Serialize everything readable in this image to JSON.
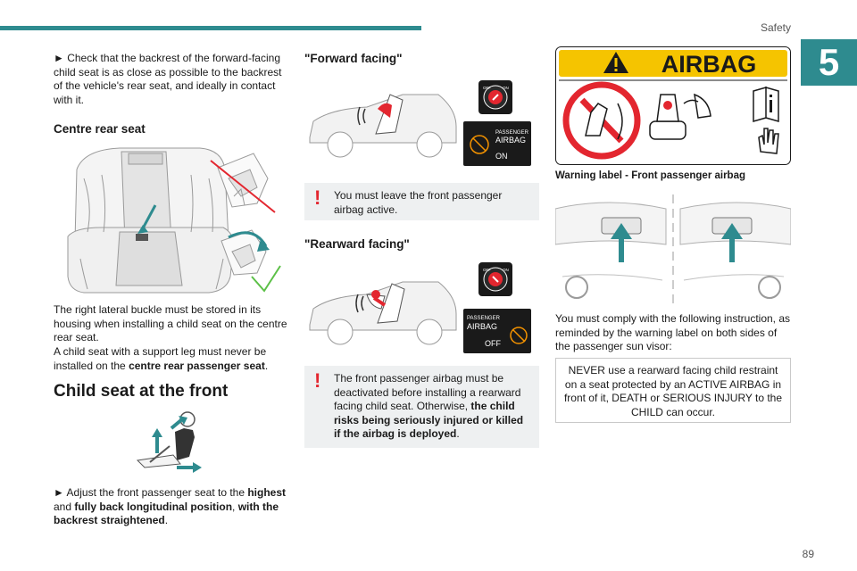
{
  "header": {
    "section": "Safety",
    "chapter": "5",
    "page_number": "89"
  },
  "col1": {
    "intro": "► Check that the backrest of the forward-facing child seat is as close as possible to the backrest of the vehicle's rear seat, and ideally in contact with it.",
    "centre_heading": "Centre rear seat",
    "centre_p1": "The right lateral buckle must be stored in its housing when installing a child seat on the centre rear seat.",
    "centre_p2_prefix": "A child seat with a support leg must never be installed on the ",
    "centre_p2_bold": "centre rear passenger seat",
    "centre_p2_suffix": ".",
    "front_heading": "Child seat at the front",
    "adjust_prefix": "► Adjust the front passenger seat to the ",
    "adjust_b1": "highest",
    "adjust_and": " and ",
    "adjust_b2": "fully back longitudinal position",
    "adjust_comma": ", ",
    "adjust_b3": "with the backrest straightened",
    "adjust_end": "."
  },
  "col2": {
    "forward_heading": "\"Forward facing\"",
    "forward_note": "You must leave the front passenger airbag active.",
    "rearward_heading": "\"Rearward facing\"",
    "rearward_note_prefix": "The front passenger airbag must be deactivated before installing a rearward facing child seat. Otherwise, ",
    "rearward_note_bold1": "the child risks being seriously injured or killed if the airbag is deployed",
    "rearward_note_end": ".",
    "switch_label": "PASSENGER AIRBAG",
    "on_label": "ON",
    "off_label": "OFF",
    "knob_off": "OFF",
    "knob_on": "ON"
  },
  "col3": {
    "airbag_label_title": "AIRBAG",
    "caption": "Warning label - Front passenger airbag",
    "comply_text": "You must comply with the following instruction, as reminded by the warning label on both sides of the passenger sun visor:",
    "warning": "NEVER use a rearward facing child restraint on a seat protected by an ACTIVE AIRBAG in front of it, DEATH or SERIOUS INJURY to the CHILD can occur."
  },
  "colors": {
    "teal": "#2e8b8f",
    "red": "#e3262f",
    "note_bg": "#eef0f1",
    "warning_yellow": "#f5c400"
  },
  "icons": [
    "warning-triangle-icon",
    "book-info-icon",
    "hand-icon",
    "check-icon",
    "cross-icon",
    "arrow-up-icon"
  ]
}
